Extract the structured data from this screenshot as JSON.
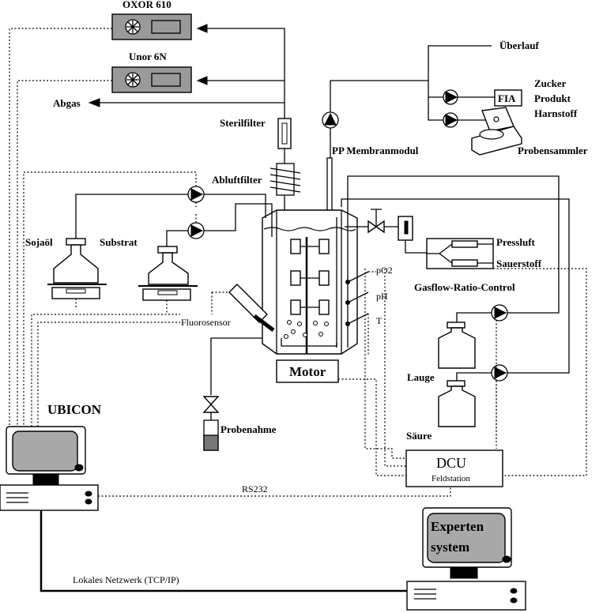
{
  "labels": {
    "oxor": "OXOR 610",
    "unor": "Unor 6N",
    "abgas": "Abgas",
    "sterilfilter": "Sterilfilter",
    "abluftfilter": "Abluftfilter",
    "ueberlauf": "Überlauf",
    "zucker": "Zucker",
    "produkt": "Produkt",
    "harnstoff": "Harnstoff",
    "fia": "FIA",
    "probensammler": "Probensammler",
    "pp_membranmodul": "PP Membranmodul",
    "sojaoel": "Sojaöl",
    "substrat": "Substrat",
    "fluorosensor": "Fluorosensor",
    "po2": "pO2",
    "ph": "pH",
    "t": "T",
    "motor": "Motor",
    "probenahme": "Probenahme",
    "pressluft": "Pressluft",
    "sauerstoff": "Sauerstoff",
    "gasflow": "Gasflow-Ratio-Control",
    "lauge": "Lauge",
    "saeure": "Säure",
    "ubicon": "UBICON",
    "dcu": "DCU",
    "feldstation": "Feldstation",
    "rs232": "RS232",
    "experten": "Experten",
    "system": "system",
    "netzwerk": "Lokales Netzwerk (TCP/IP)"
  }
}
